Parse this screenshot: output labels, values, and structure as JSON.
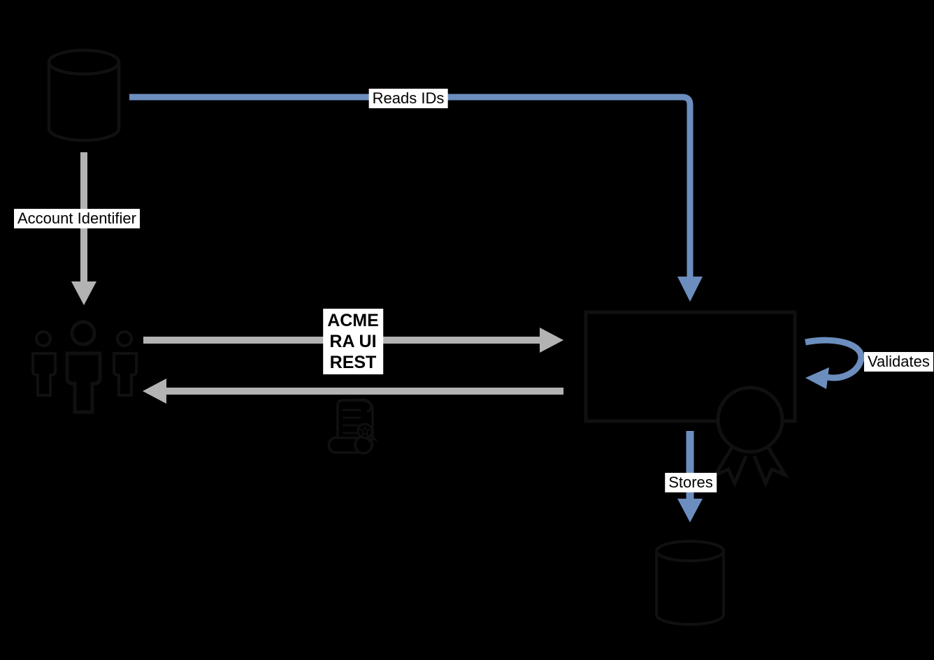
{
  "colors": {
    "background": "#000000",
    "arrowBlue": "#6C8EBF",
    "arrowGray": "#B3B3B3",
    "shapeStroke": "#101010",
    "shapeFill": "#000000",
    "labelBg": "#ffffff",
    "labelText": "#000000"
  },
  "labels": {
    "reads_ids": "Reads IDs",
    "account_identifier": "Account Identifier",
    "acme_lines": [
      "ACME",
      "RA UI",
      "REST"
    ],
    "validates": "Validates",
    "stores": "Stores"
  },
  "icons": {
    "top_left": "database-cylinder",
    "bottom_left": "users-group",
    "middle": "certificate-scroll",
    "right": "service-box",
    "badge": "award-ribbon",
    "bottom_right": "database-cylinder"
  }
}
